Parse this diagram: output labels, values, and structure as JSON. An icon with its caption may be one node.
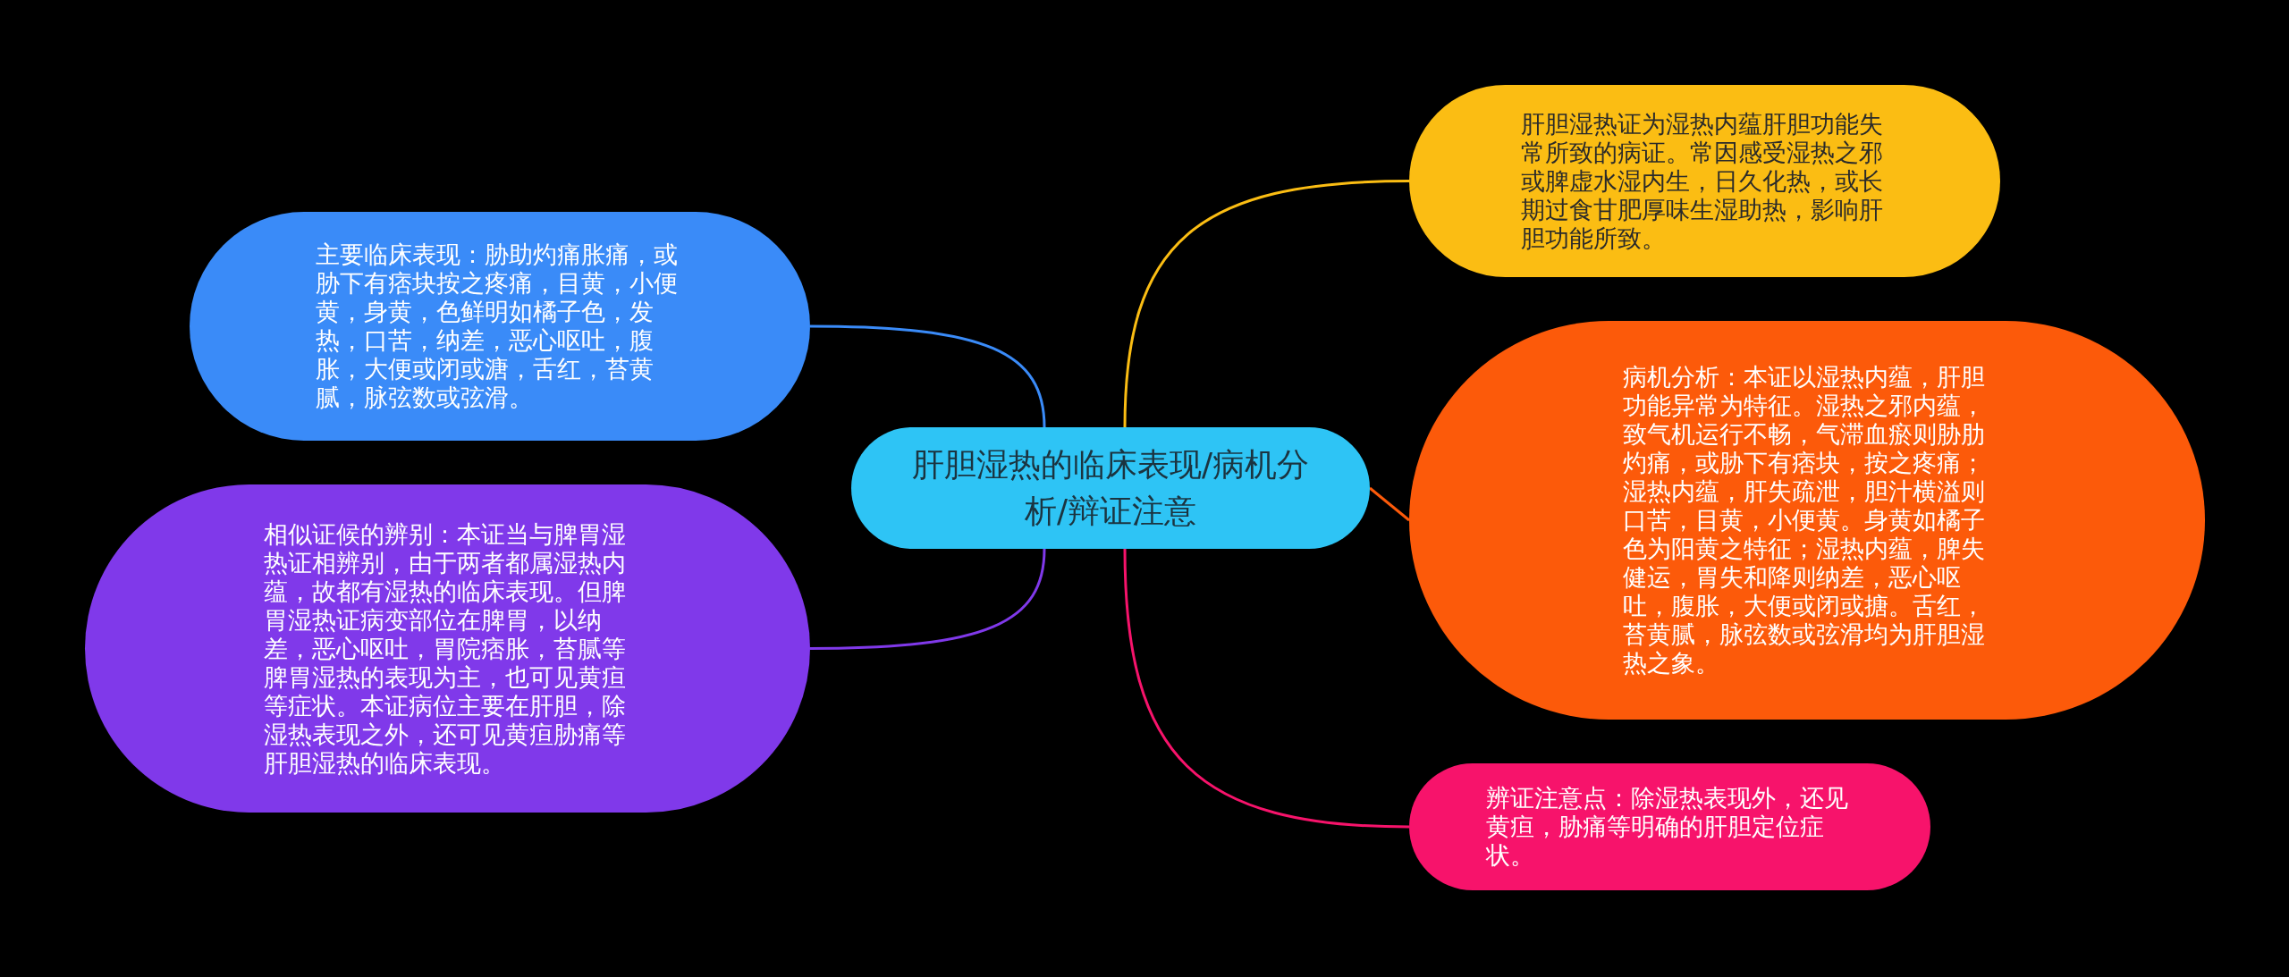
{
  "diagram": {
    "nodes": [
      {
        "text": [
          "肝胆湿热的临床表现/病机分析/辩证注意"
        ]
      },
      {
        "text": [
          "肝胆湿热证为湿热内蕴肝胆功能失常所致的病证。常因感受湿热之邪或脾虚水湿内生，日久化热，或长期过食甘肥厚味生湿助热，影响肝胆功能所致。"
        ]
      },
      {
        "text": [
          "病机分析：本证以湿热内蕴，肝胆功能异常为特征。湿热之邪内蕴，致气机运行不畅，气滞血瘀则胁肋灼痛，或胁下有痞块，按之疼痛；湿热内蕴，肝失疏泄，胆汁横溢则口苦，目黄，小便黄。身黄如橘子色为阳黄之特征；湿热内蕴，脾失健运，胃失和降则纳差，恶心呕吐，腹胀，大便或闭或搪。舌红，苔黄腻，脉弦数或弦滑均为肝胆湿热之象。"
        ]
      },
      {
        "text": [
          "辨证注意点：除湿热表现外，还见黄疸，胁痛等明确的肝胆定位症状。"
        ]
      },
      {
        "text": [
          "主要临床表现：胁助灼痛胀痛，或胁下有痞块按之疼痛，目黄，小便黄，身黄，色鲜明如橘子色，发热，口苦，纳差，恶心呕吐，腹胀，大便或闭或溏，舌红，苔黄腻，脉弦数或弦滑。"
        ]
      },
      {
        "text": [
          "相似证候的辨别：本证当与脾胃湿热证相辨别，由于两者都属湿热内蕴，故都有湿热的临床表现。但脾胃湿热证病变部位在脾胃，以纳差，恶心呕吐，胃院痞胀，苔腻等脾胃湿热的表现为主，也可见黄疸等症状。本证病位主要在肝胆，除湿热表现之外，还可见黄疸胁痛等肝胆湿热的临床表现。"
        ]
      }
    ],
    "edges": [
      {
        "from": 0,
        "to": 1,
        "arrow": "none",
        "color": "#fbbd13"
      },
      {
        "from": 0,
        "to": 2,
        "arrow": "none",
        "color": "#fc5a0a"
      },
      {
        "from": 0,
        "to": 3,
        "arrow": "none",
        "color": "#f7136b"
      },
      {
        "from": 0,
        "to": 4,
        "arrow": "none",
        "color": "#3a8bf8"
      },
      {
        "from": 0,
        "to": 5,
        "arrow": "none",
        "color": "#8039ea"
      }
    ]
  }
}
